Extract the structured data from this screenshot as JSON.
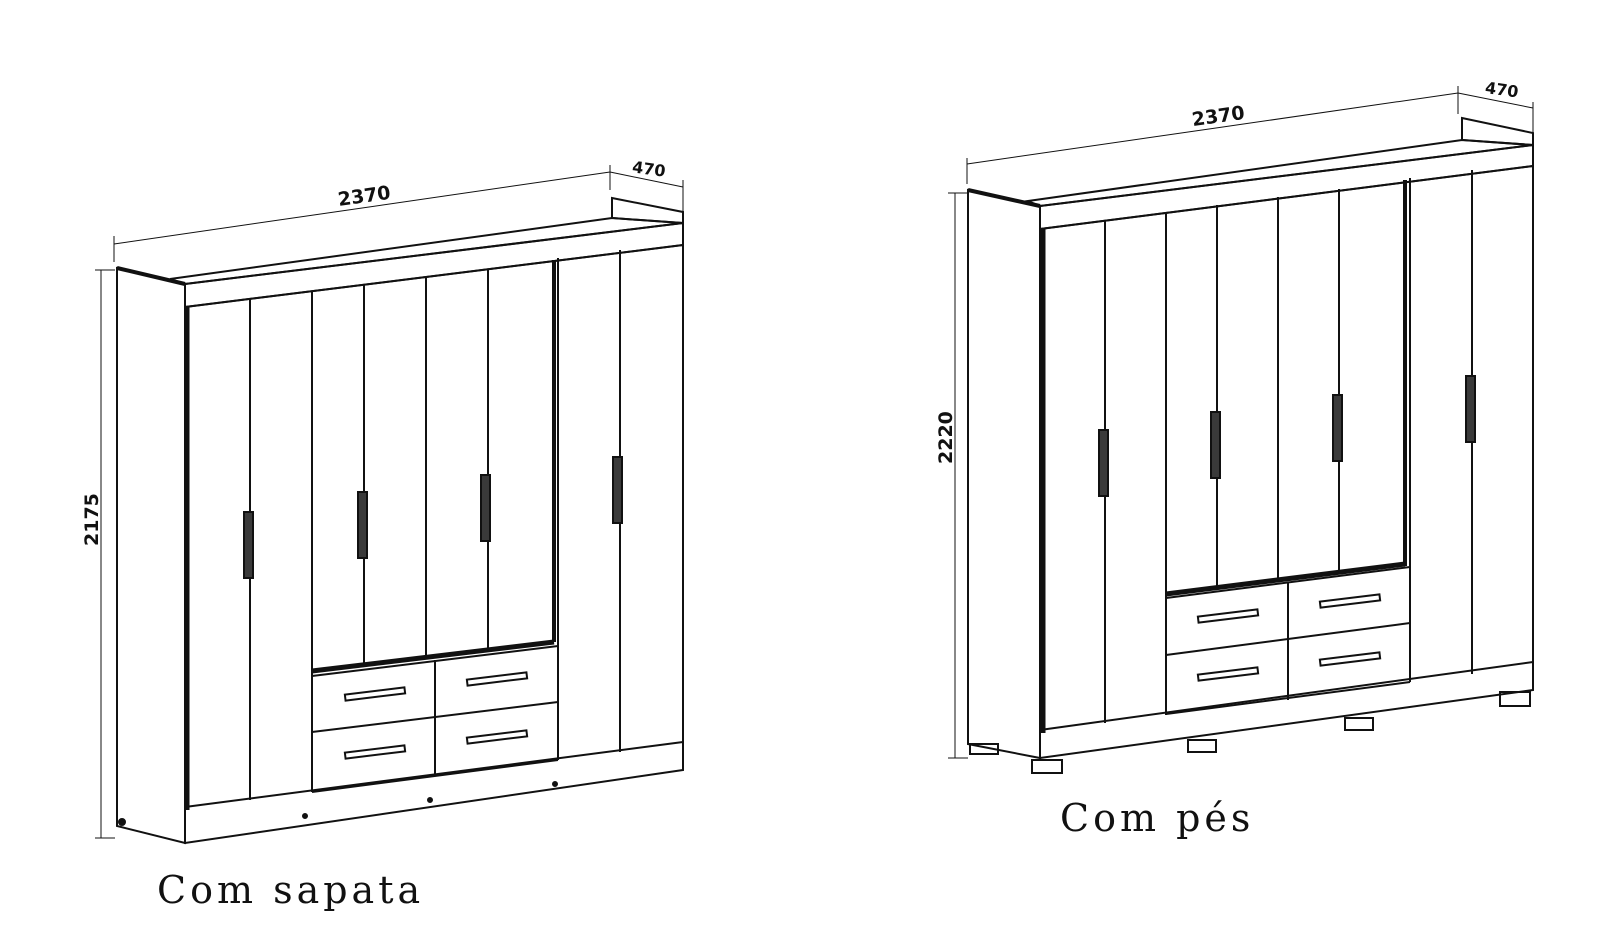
{
  "diagrams": [
    {
      "id": "with-base",
      "caption": "Com sapata",
      "dimensions": {
        "width": "2370",
        "depth": "470",
        "height": "2175"
      }
    },
    {
      "id": "with-feet",
      "caption": "Com pés",
      "dimensions": {
        "width": "2370",
        "depth": "470",
        "height": "2220"
      }
    }
  ],
  "colors": {
    "line": "#111111",
    "background": "#ffffff",
    "handle": "#3a3a3a"
  },
  "icons": [
    "wardrobe-drawing",
    "dimension-line"
  ]
}
